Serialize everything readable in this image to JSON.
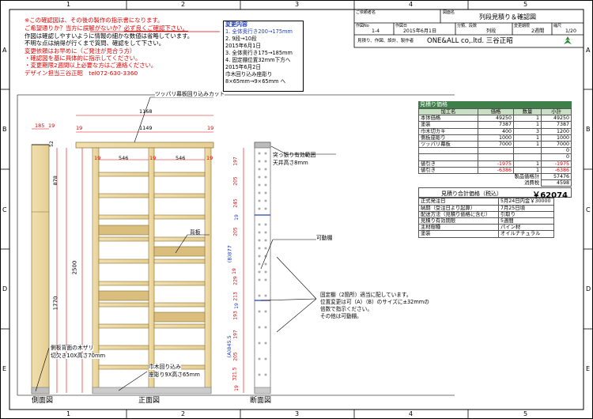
{
  "grid": {
    "cols": [
      "1",
      "2",
      "3",
      "4",
      "5"
    ],
    "rows": [
      "A",
      "B",
      "C",
      "D",
      "E"
    ]
  },
  "instructions": {
    "line1": "※この確認図は、その後の製作の指示書になります。",
    "line2a": "ご希望通りか？当方に誤解がないか？",
    "line2b": "必ず良くご確認下さい。",
    "line3": "作図は確認しやすいように情報の細かな数値は省略しています。",
    "line4": "不明な点は納得が行くまで質問、確認をして下さい。",
    "line5": "変更依頼はお早めに（ご発注が見合う方）",
    "line6": "・確認図を基に具体的に指示してください。",
    "line7": "・変更期限2週間以上必要な方はご連絡ください。",
    "line8": "デザイン担当三谷正昭　tel072-630-3360"
  },
  "changes": {
    "title": "変更内容",
    "l1": "1. 全体奥行き200→175mm",
    "l2": "2. 9段→10段",
    "l3": "2015年6月1日",
    "l4": "3. 全体奥行き175→185mm",
    "l5": "4. 固定棚位置32mm下方へ",
    "l6": "2015年6月2日",
    "l7": "巾木回り込み座彫り",
    "l8": "8×65mm→9×65mm へ"
  },
  "titleblock": {
    "customer_label": "ご依頼者名",
    "drawing_label": "図面名",
    "drawing_name": "列段見積り＆確認図",
    "work_no_label": "作図No",
    "work_no": "1-4",
    "date_label": "作図日",
    "date": "2015年6月1日",
    "category_label": "分類、段数",
    "category": "列段",
    "period_label": "変更期限",
    "period": "2週間",
    "scale_label": "縮尺",
    "scale": "1/20",
    "maker_label": "見積り、作図、設計、製作者",
    "company": "ONE&ALL co,.ltd. 三谷正昭"
  },
  "estimate": {
    "title": "見積り価格",
    "headers": [
      "加工名",
      "価格",
      "数量",
      "小計"
    ],
    "rows": [
      [
        "本体価格",
        "49250",
        "1",
        "49250"
      ],
      [
        "塗装",
        "7387",
        "1",
        "7387"
      ],
      [
        "巾木切カキ",
        "400",
        "3",
        "1200"
      ],
      [
        "側板座彫り",
        "1000",
        "1",
        "1000"
      ],
      [
        "ツッパリ幕板",
        "7000",
        "1",
        "7000"
      ],
      [
        "",
        "",
        "",
        "0"
      ],
      [
        "",
        "",
        "",
        "0"
      ],
      [
        "値引き",
        "-1975",
        "1",
        "-1975"
      ],
      [
        "値引き",
        "-6386",
        "1",
        "-6386"
      ]
    ],
    "subtotal_label": "製品価格計",
    "subtotal": "57476",
    "tax_label": "消費税",
    "tax": "4598",
    "total_label": "見積り合計価格（税込）",
    "total": "￥62074",
    "info": [
      [
        "正式発注日",
        "5月24日内金￥30000"
      ],
      [
        "納期（受注日より起算）",
        "7月25日頃"
      ],
      [
        "配送方法（見積り価格に含む）",
        "引取り"
      ],
      [
        "見積り有効期限",
        "5週間"
      ],
      [
        "主材樹種",
        "パイン材"
      ],
      [
        "塗装",
        "オイルナチュラル"
      ]
    ]
  },
  "dimensions": {
    "d185": "185",
    "d19a": "19",
    "d1168": "1168",
    "d1149": "1149",
    "d19b": "19",
    "d19c": "19",
    "d19d": "19",
    "d546a": "546",
    "d19e": "19",
    "d546b": "546",
    "d19f": "19",
    "d52": "52",
    "d878": "878",
    "d2500": "2500",
    "d1770": "1770",
    "s197a": "197",
    "s205a": "205",
    "s245": "245",
    "s19a": "19",
    "s205b": "205",
    "s877": "(B)877",
    "s19b": "19",
    "s229": "229",
    "s213": "213",
    "s19c": "19",
    "s193": "193",
    "s197b": "197",
    "s845": "(A)845.5",
    "s205c": "205",
    "s321": "321.5",
    "s19d": "19"
  },
  "notes": {
    "tsuppari": "ツッパリ幕板回り込みカット",
    "tsukkake1": "突っ張り有効範囲",
    "tsukkake2": "天井高さ8mm",
    "backboard": "背板",
    "movable": "可動棚",
    "fixed1": "固定棚（2箇所）適当に配しています。",
    "fixed2": "位置変更は可（A）（B）のサイズに±32mmの",
    "fixed3": "倍数で指示ください。",
    "fixed4": "その他は可動棚。",
    "side1": "側板背面の木ザリ",
    "side2": "切欠き10X高さ70mm",
    "base1": "巾木回り込み",
    "base2": "座彫り9X高さ65mm"
  },
  "views": {
    "side": "側面図",
    "front": "正面図",
    "section": "断面図"
  },
  "colors": {
    "wood": "#ecd9a6",
    "wood_dark": "#c8ab6a",
    "estimate_head": "#3f7f4a",
    "estimate_head2": "#c9dfc4",
    "total_bg": "#ffffff"
  }
}
